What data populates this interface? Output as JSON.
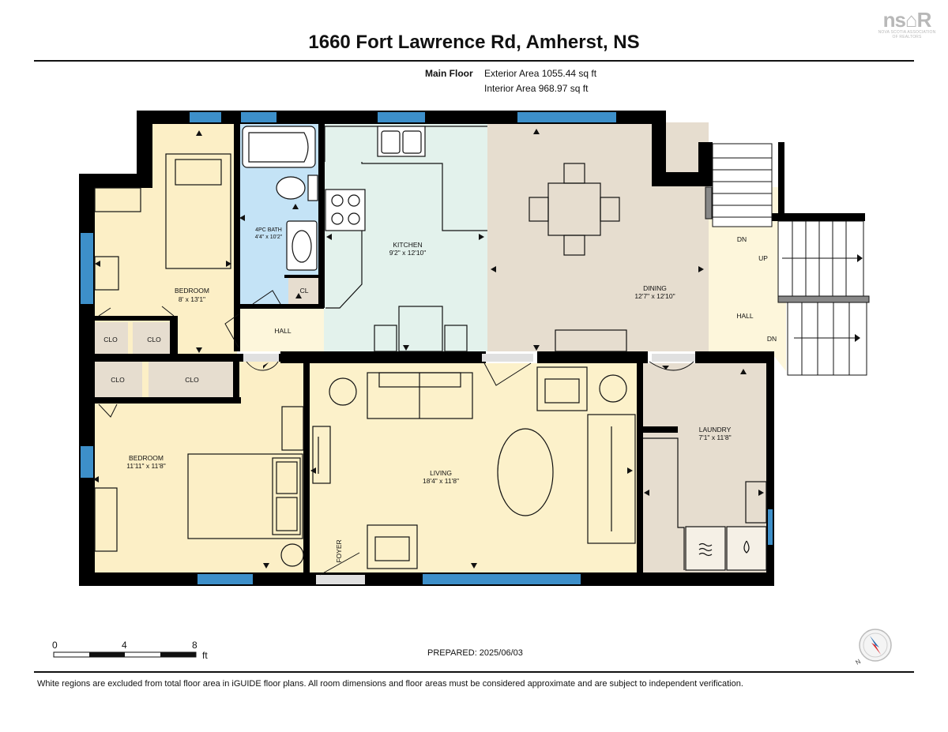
{
  "header": {
    "title": "1660 Fort Lawrence Rd, Amherst, NS",
    "floor_label": "Main Floor",
    "exterior_area": "Exterior Area 1055.44 sq ft",
    "interior_area": "Interior Area 968.97 sq ft"
  },
  "logo": {
    "mark": "ns⌂R",
    "tagline": "NOVA SCOTIA ASSOCIATION OF REALTORS"
  },
  "rooms": {
    "bedroom1": {
      "name": "BEDROOM",
      "dims": "8' x 13'1\""
    },
    "bath": {
      "name": "4PC BATH",
      "dims": "4'4\" x 10'2\""
    },
    "kitchen": {
      "name": "KITCHEN",
      "dims": "9'2\" x 12'10\""
    },
    "dining": {
      "name": "DINING",
      "dims": "12'7\" x 12'10\""
    },
    "bedroom2": {
      "name": "BEDROOM",
      "dims": "11'11\" x 11'8\""
    },
    "living": {
      "name": "LIVING",
      "dims": "18'4\" x 11'8\""
    },
    "laundry": {
      "name": "LAUNDRY",
      "dims": "7'1\" x 11'8\""
    }
  },
  "labels": {
    "cl": "CL",
    "hall": "HALL",
    "clo": "CLO",
    "foyer": "FOYER",
    "dn": "DN",
    "up": "UP"
  },
  "scale": {
    "t0": "0",
    "t4": "4",
    "t8": "8",
    "unit": "ft"
  },
  "compass": {
    "n": "N"
  },
  "prepared": "PREPARED: 2025/06/03",
  "footer": "White regions are excluded from total floor area in iGUIDE floor plans. All room dimensions and floor areas must be considered approximate and are subject to independent verification.",
  "colors": {
    "bedroom": "#fcefc6",
    "bath": "#c4e3f6",
    "kitchen": "#e3f2ec",
    "dining": "#e6ddcf",
    "living": "#fcf1ca",
    "laundry": "#e6ddcf",
    "hall": "#fdf6db",
    "closet": "#e6ddcf",
    "wall": "#000000",
    "window": "#3d8fc9"
  }
}
